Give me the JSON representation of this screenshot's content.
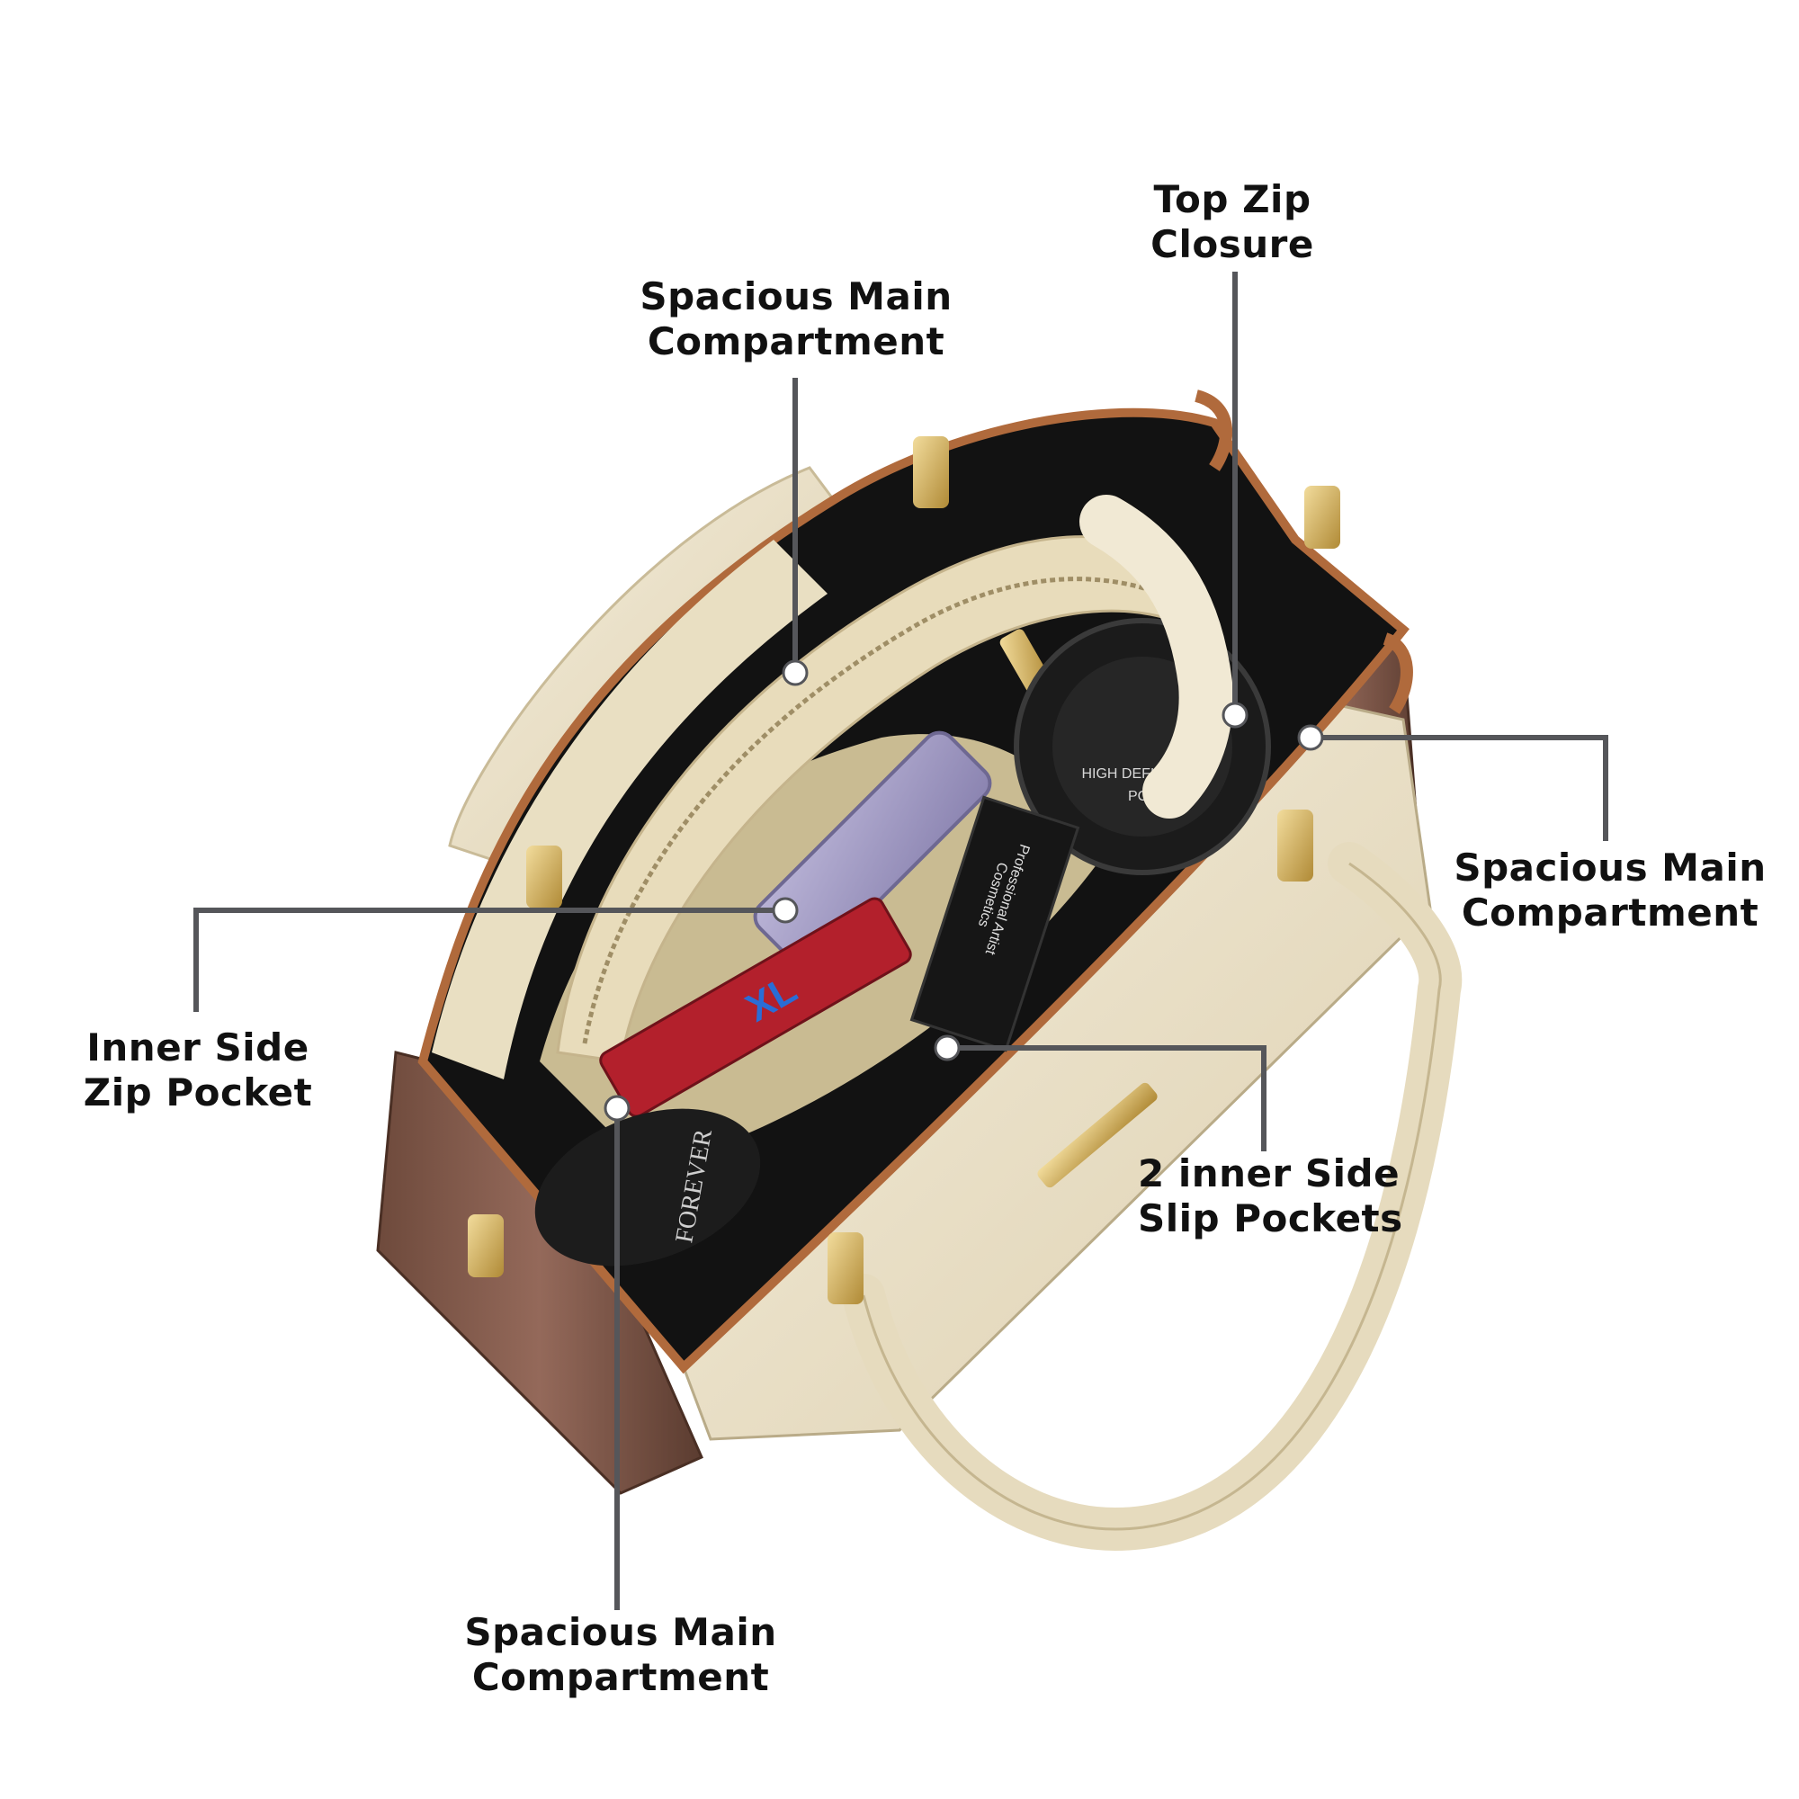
{
  "callouts": [
    {
      "id": "main-compartment-top",
      "lines": [
        "Spacious Main",
        "Compartment"
      ]
    },
    {
      "id": "top-zip-closure",
      "lines": [
        "Top Zip",
        "Closure"
      ]
    },
    {
      "id": "main-compartment-right",
      "lines": [
        "Spacious Main",
        "Compartment"
      ]
    },
    {
      "id": "inner-side-zip-pocket",
      "lines": [
        "Inner Side",
        "Zip Pocket"
      ]
    },
    {
      "id": "slip-pockets",
      "lines": [
        "2 inner Side",
        "Slip Pockets"
      ]
    },
    {
      "id": "main-compartment-bottom",
      "lines": [
        "Spacious Main",
        "Compartment"
      ]
    }
  ],
  "product_print": {
    "powder_label": [
      "HIGH DEFINITION",
      "POWDER"
    ],
    "cosmetics_label": [
      "Professional Artist",
      "Cosmetics"
    ],
    "mascara_text": "XL",
    "compact_text": "FOREVER"
  },
  "colors": {
    "cream": "#ede3c8",
    "brown": "#8a5a44",
    "tan_trim": "#b06a3c",
    "lining": "#141414",
    "gold": "#c9a24a",
    "leader_line": "#55565a"
  }
}
